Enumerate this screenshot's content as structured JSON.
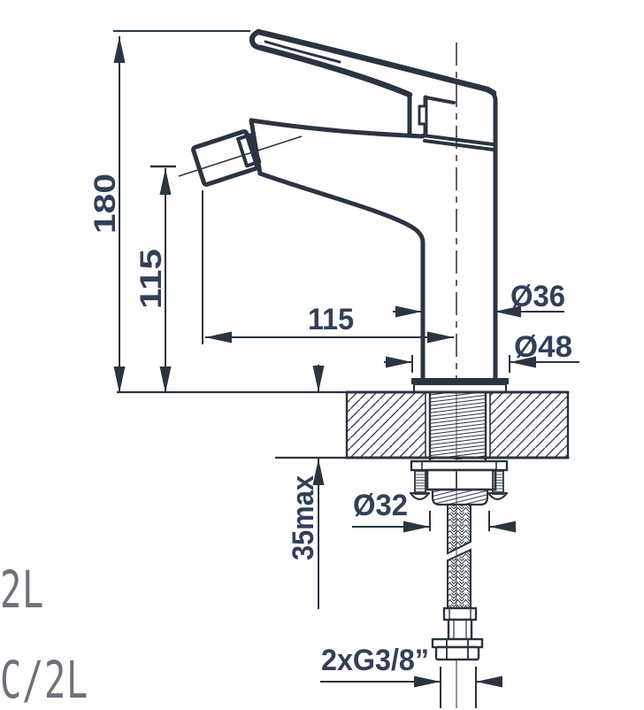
{
  "title": "bidet mixer installation technical drawing",
  "dimensions": {
    "total_height": "180",
    "spout_height": "115",
    "spout_reach": "115",
    "body_diameter": "Ø36",
    "base_diameter": "Ø48",
    "shank_diameter": "Ø32",
    "max_deck_thickness": "35max",
    "connection_thread": "2xG3/8”"
  },
  "product_codes": {
    "line1": "2L",
    "line2": "C/2L"
  },
  "colors": {
    "ink": "#2b3440",
    "dimension_text": "#333f58",
    "code_text": "#6d727a"
  }
}
